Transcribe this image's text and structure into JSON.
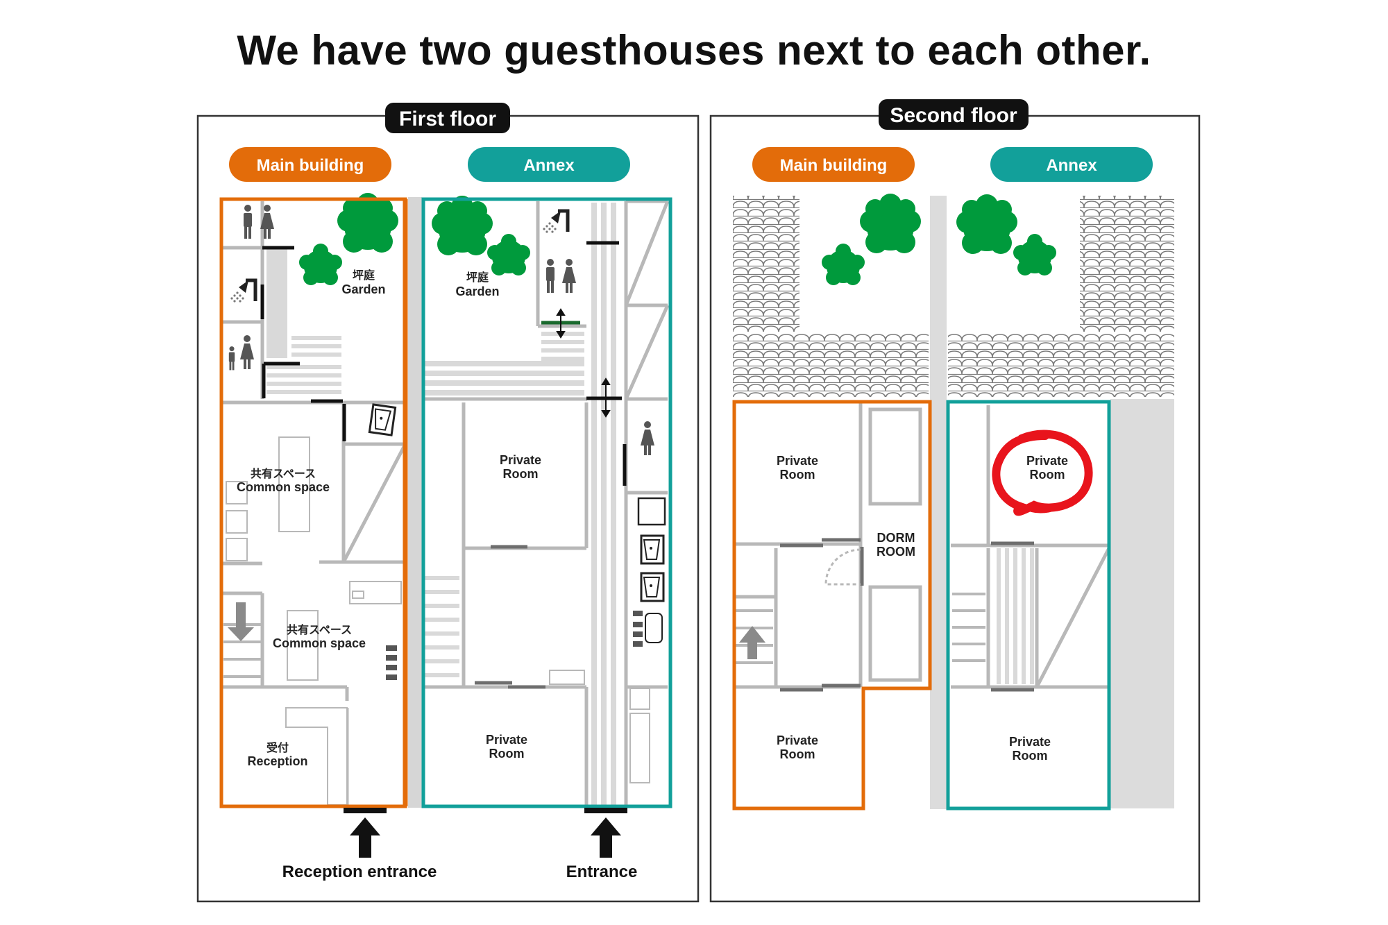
{
  "headline": "We have two guesthouses next to each other.",
  "first_floor": {
    "title": "First floor",
    "main_building_label": "Main building",
    "annex_label": "Annex",
    "garden_main_jp": "坪庭",
    "garden_main_en": "Garden",
    "garden_annex_jp": "坪庭",
    "garden_annex_en": "Garden",
    "common_space_1_jp": "共有スペース",
    "common_space_1_en": "Common space",
    "common_space_2_jp": "共有スペース",
    "common_space_2_en": "Common space",
    "reception_jp": "受付",
    "reception_en": "Reception",
    "annex_private_room_upper_1": "Private",
    "annex_private_room_upper_2": "Room",
    "annex_private_room_lower_1": "Private",
    "annex_private_room_lower_2": "Room",
    "reception_entrance": "Reception entrance",
    "entrance": "Entrance"
  },
  "second_floor": {
    "title": "Second floor",
    "main_building_label": "Main building",
    "annex_label": "Annex",
    "main_private_room_upper_1": "Private",
    "main_private_room_upper_2": "Room",
    "main_private_room_lower_1": "Private",
    "main_private_room_lower_2": "Room",
    "dorm_room_1": "DORM",
    "dorm_room_2": "ROOM",
    "annex_private_room_upper_1": "Private",
    "annex_private_room_upper_2": "Room",
    "annex_private_room_lower_1": "Private",
    "annex_private_room_lower_2": "Room"
  },
  "colors": {
    "main_building": "#e36c0a",
    "annex": "#12a09a",
    "tree": "#009a3c",
    "highlight": "#e8141c",
    "wall": "#b8b8b8"
  },
  "icons": [
    "restroom-icon",
    "shower-icon",
    "woman-icon",
    "sink-icon",
    "tree-icon",
    "up-arrow-icon",
    "down-arrow-icon",
    "double-arrow-icon"
  ]
}
